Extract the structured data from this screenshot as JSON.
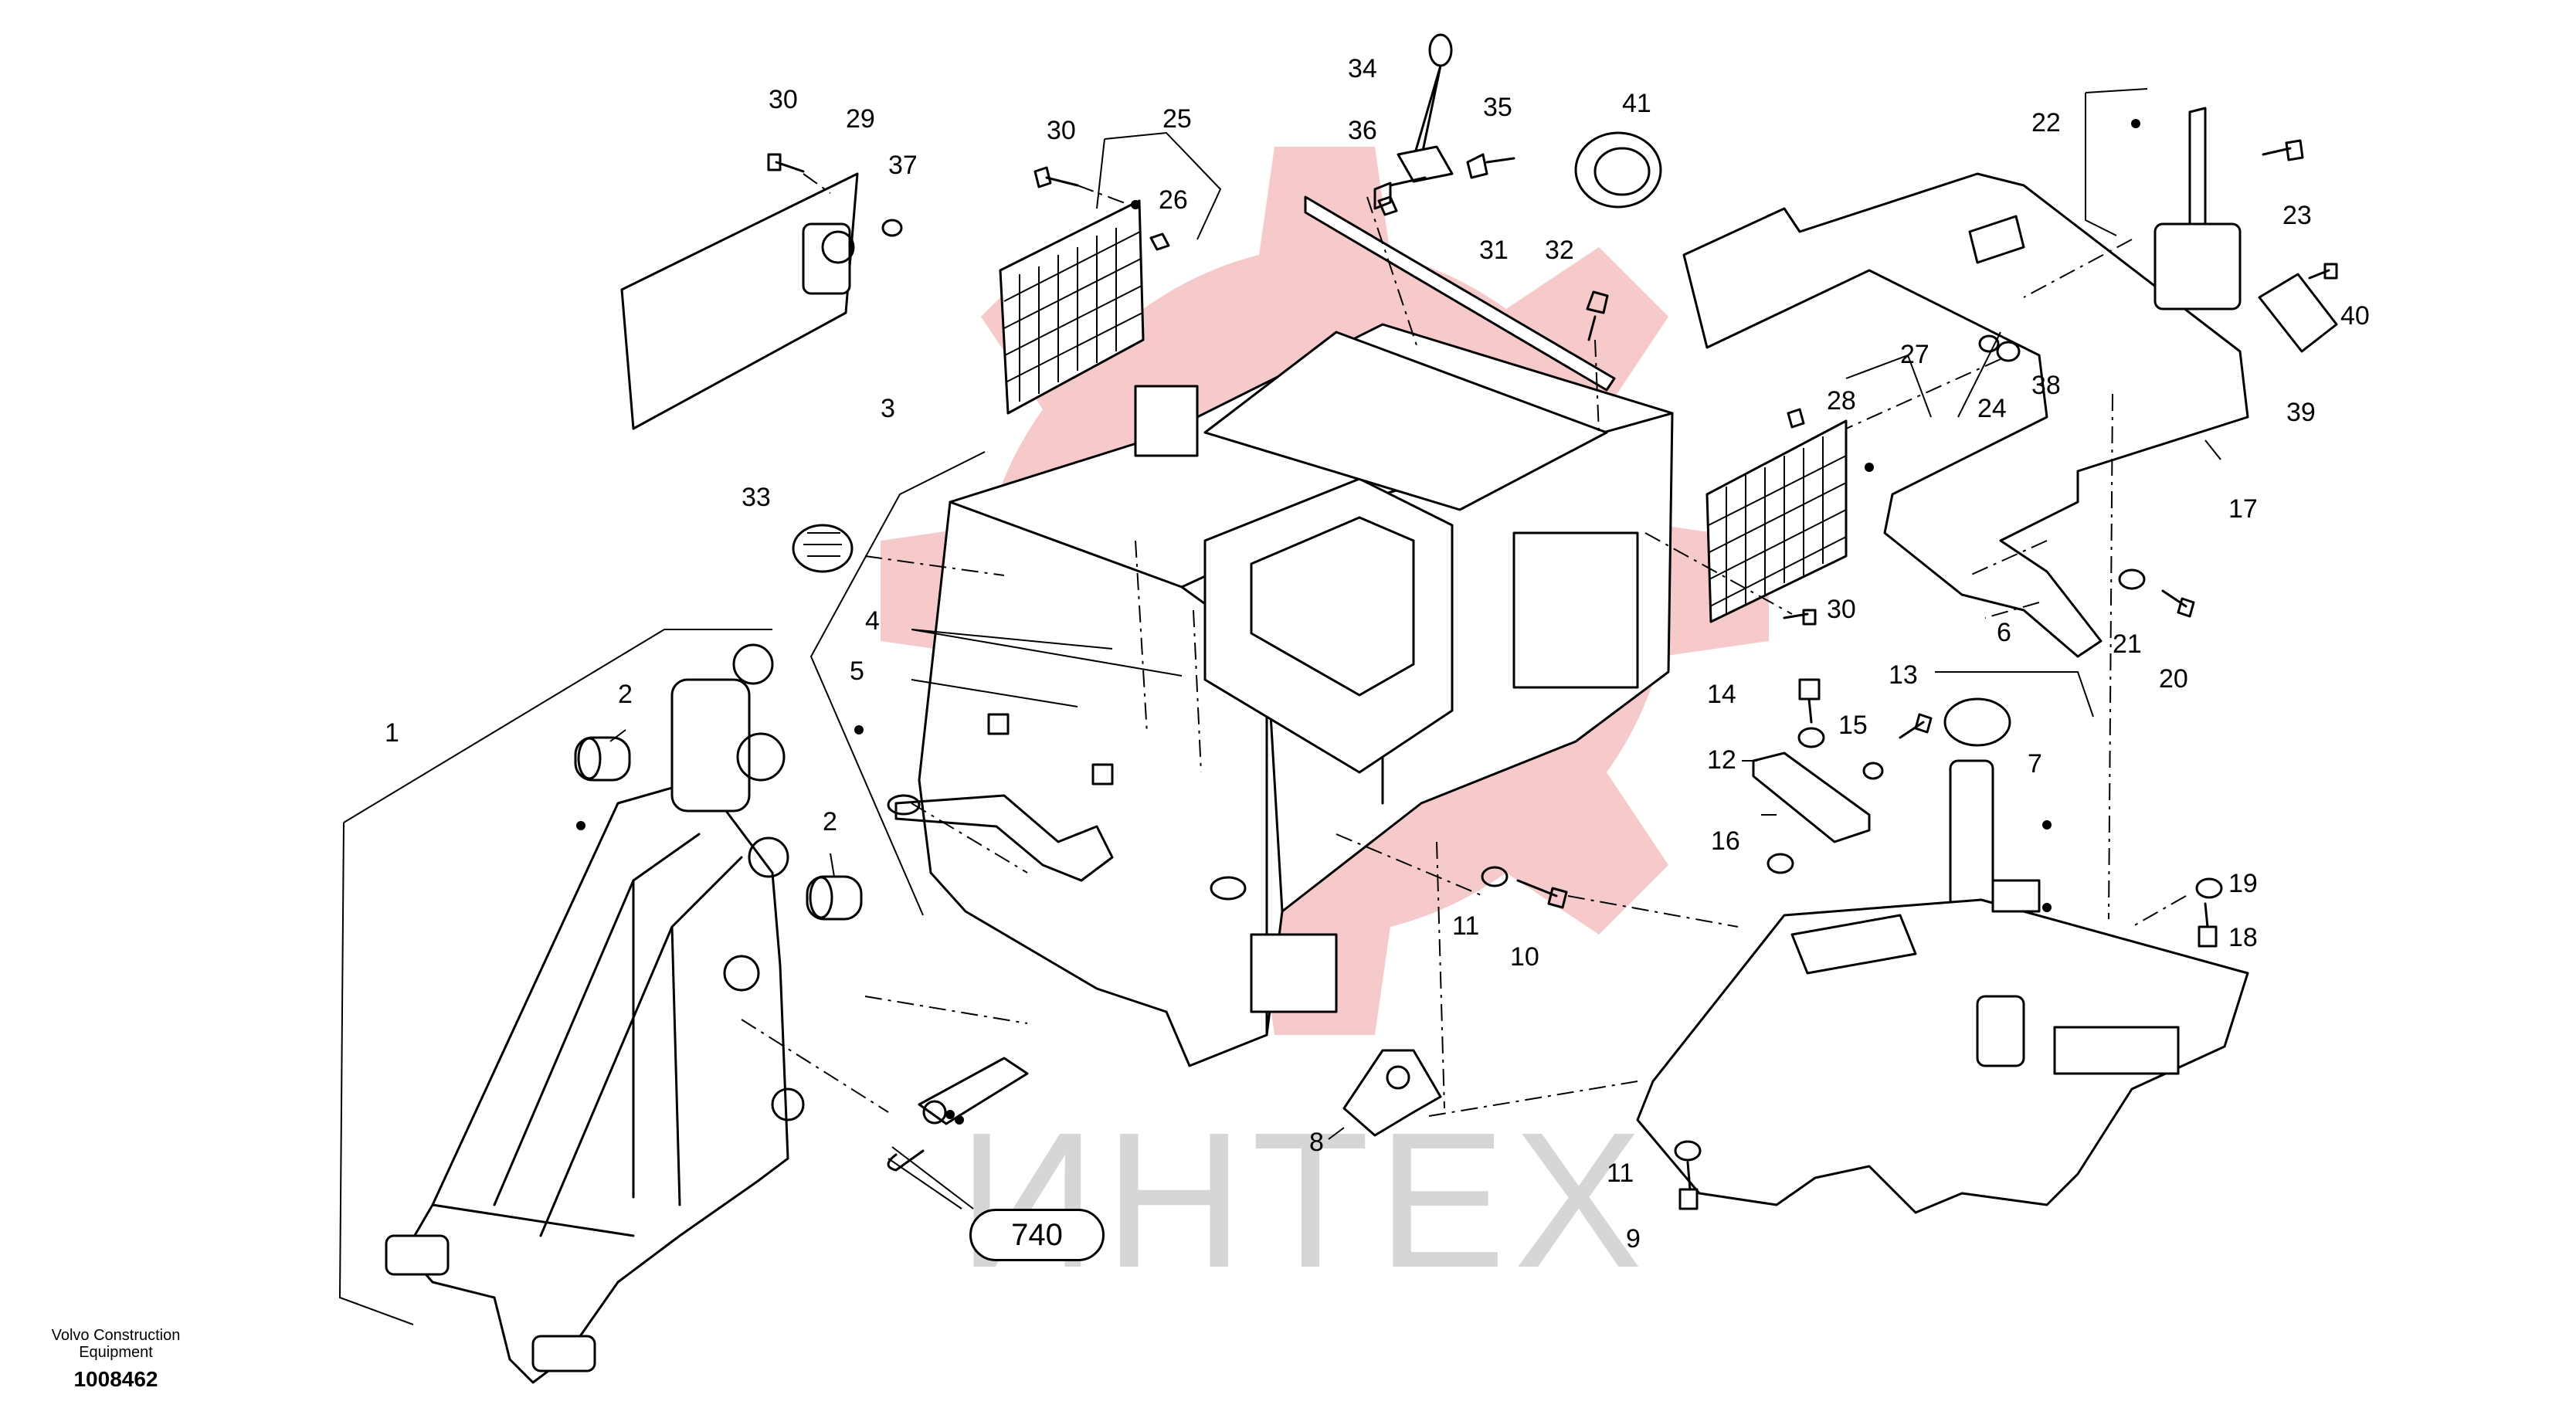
{
  "footer": {
    "company": "Volvo Construction Equipment",
    "drawing_number": "1008462"
  },
  "watermark": {
    "text": "ИНТЕХ",
    "color": "#f6c9cb"
  },
  "reference_box": "740",
  "callouts": [
    "1",
    "2",
    "2",
    "3",
    "4",
    "5",
    "6",
    "7",
    "8",
    "9",
    "10",
    "11",
    "11",
    "12",
    "13",
    "14",
    "15",
    "16",
    "17",
    "18",
    "19",
    "20",
    "21",
    "22",
    "23",
    "24",
    "25",
    "26",
    "27",
    "28",
    "29",
    "30",
    "30",
    "30",
    "31",
    "32",
    "33",
    "34",
    "35",
    "36",
    "37",
    "38",
    "39",
    "40",
    "41"
  ]
}
